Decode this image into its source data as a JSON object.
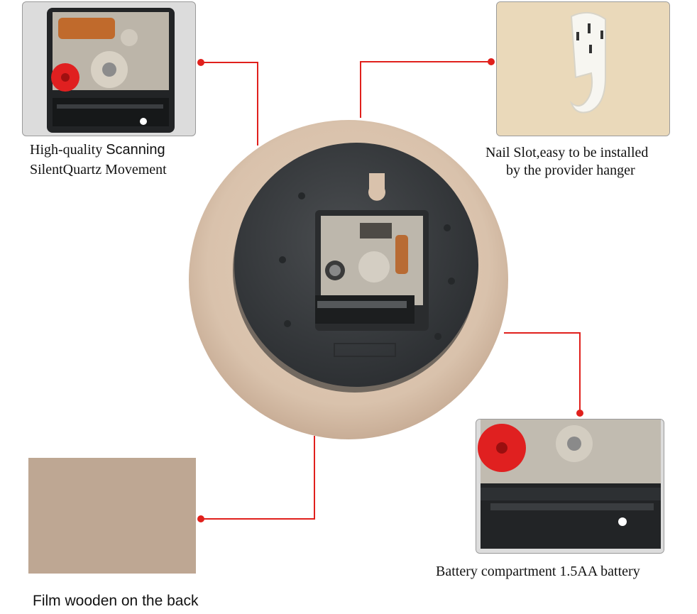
{
  "captions": {
    "movement_line1_a": "High-quality",
    "movement_line1_b": "Scanning",
    "movement_line2": "SilentQuartz Movement",
    "nail_line1": "Nail Slot,easy to be installed",
    "nail_line2": "by the provider hanger",
    "battery": "Battery compartment  1.5AA battery",
    "wooden": "Film wooden on the back"
  },
  "colors": {
    "leader": "#e0201c",
    "wood": "#d9c2ac",
    "housing": "#3d4043",
    "gear_red": "#e02020"
  },
  "icons": [
    "clock-back-photo",
    "movement-photo",
    "hanger-photo",
    "battery-photo",
    "wood-sample-photo"
  ]
}
